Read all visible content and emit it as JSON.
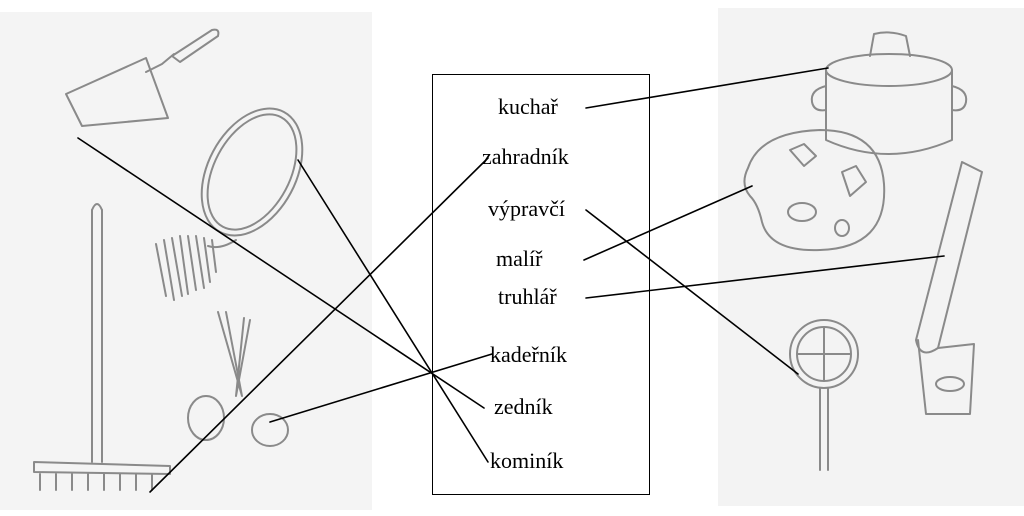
{
  "words": [
    "kuchař",
    "zahradník",
    "výpravčí",
    "malíř",
    "truhlář",
    "kadeřník",
    "zedník",
    "kominík"
  ],
  "left_tools": [
    "trowel-icon",
    "chimney-brush-icon",
    "rake-icon",
    "scissors-icon"
  ],
  "right_tools": [
    "pot-icon",
    "palette-icon",
    "saw-icon",
    "signal-disc-icon"
  ],
  "colors": {
    "line": "#000000",
    "sketch": "#8a8a8a",
    "panel": "#f4f4f4"
  }
}
